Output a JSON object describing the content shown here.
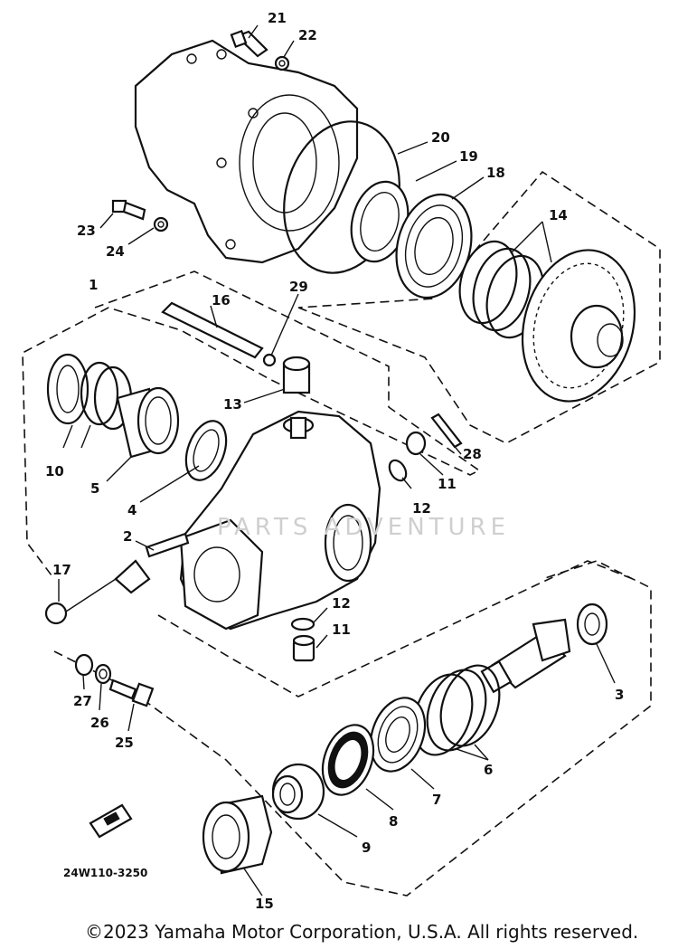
{
  "diagram": {
    "callouts": [
      "1",
      "2",
      "3",
      "4",
      "5",
      "6",
      "7",
      "8",
      "9",
      "10",
      "11",
      "11",
      "12",
      "12",
      "13",
      "14",
      "15",
      "16",
      "17",
      "18",
      "19",
      "20",
      "21",
      "22",
      "23",
      "24",
      "25",
      "26",
      "27",
      "28",
      "29"
    ],
    "code": "24W110-3250",
    "watermark": "PARTS ADVENTURE",
    "copyright": "©2023 Yamaha Motor Corporation, U.S.A. All rights reserved."
  }
}
